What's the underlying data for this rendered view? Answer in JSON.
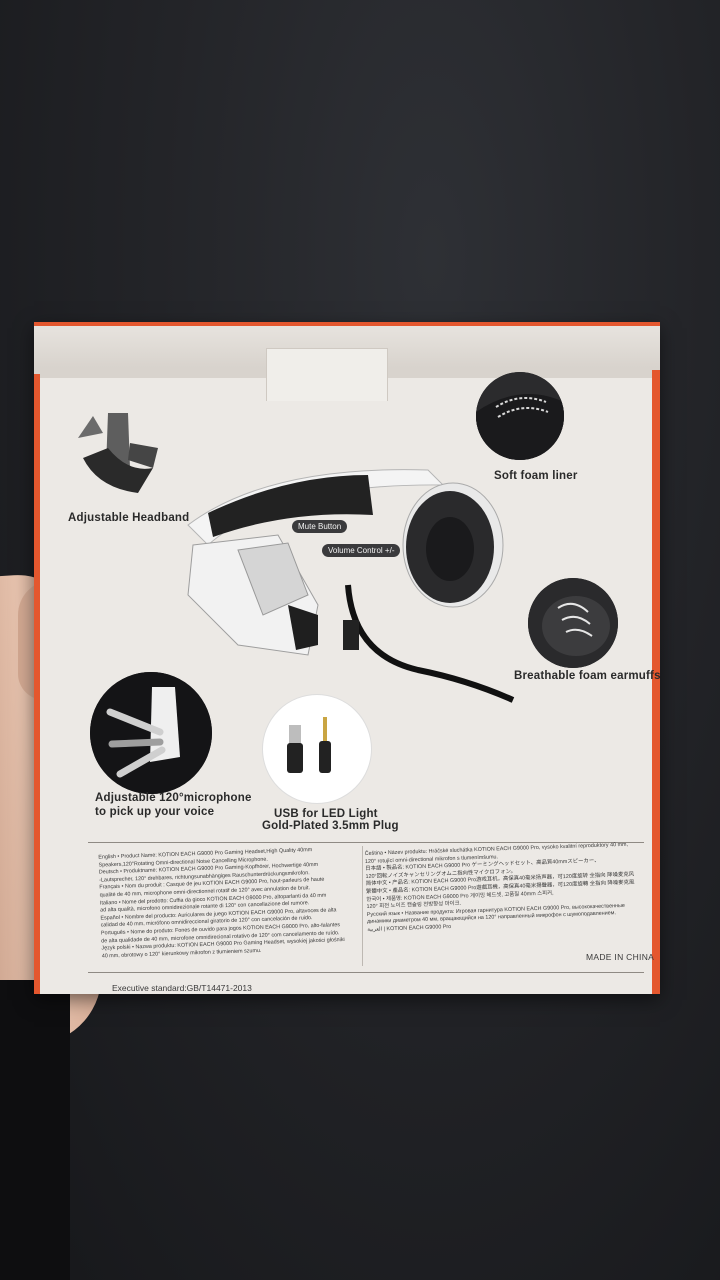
{
  "features": {
    "headband": "Adjustable Headband",
    "liner": "Soft foam liner",
    "mute": "Mute Button",
    "volume": "Volume Control +/-",
    "earmuffs": "Breathable foam earmuffs",
    "mic_line1": "Adjustable 120°microphone",
    "mic_line2": "to pick up your voice",
    "usb_line1": "USB for LED Light",
    "usb_line2": "Gold-Plated 3.5mm Plug"
  },
  "specs_left": [
    "English • Product Name: KOTION EACH G9000 Pro Gaming Headset,High Quality 40mm",
    "Speakers,120°Rotating Omni-directional Noise Cancelling Microphone.",
    "Deutsch • Produktname: KOTION EACH G9000 Pro Gaming-Kopfhörer, Hochwertige 40mm",
    "-Lautsprecher, 120° drehbares, richtungsunabhängiges Rauschunterdrückungsmikrofon.",
    "Français • Nom du produit : Casque de jeu KOTION EACH G9000 Pro, haut-parleurs de haute",
    "qualité de 40 mm, microphone omni-directionnel rotatif de 120° avec annulation de bruit.",
    "Italiano • Nome del prodotto: Cuffia da gioco KOTION EACH G9000 Pro, altoparlanti da 40 mm",
    "ad alta qualità, microfono omnidirezionale rotante di 120° con cancellazione del rumore.",
    "Español • Nombre del producto: Auriculares de juego KOTION EACH G9000 Pro, altavoces de alta",
    "calidad de 40 mm, micrófono omnidireccional giratorio de 120° con cancelación de ruido.",
    "Português • Nome do produto: Fones de ouvido para jogos KOTION EACH G9000 Pro, alto-falantes",
    "de alta qualidade de 40 mm, microfone omnidirecional rotativo de 120° com cancelamento de ruído.",
    "Język polski • Nazwa produktu: KOTION EACH G9000 Pro Gaming Headset, wysokiej jakości głośniki",
    "40 mm, obrotowy o 120° kierunkowy mikrofon z tłumieniem szumu."
  ],
  "specs_right": [
    "Čeština • Název produktu: Hráčské sluchátka KOTION EACH G9000 Pro, vysoko kvalitní reproduktory 40 mm,",
    "120° rotující omni-directional mikrofon s tlumenímšumu.",
    "日本語 • 製品名: KOTION EACH G9000 Pro ゲーミングヘッドセット、高品質40mmスピーカー、",
    "120°回転ノイズキャンセリングオムニ指向性マイクロフォン。",
    "简体中文 • 产品名: KOTION EACH G9000 Pro游戏耳机，高保真40毫米扬声器，可120度旋转 全指向 降噪麦克风",
    "繁體中文 • 產品名: KOTION EACH G9000 Pro遊戲耳機，高保真40毫米揚聲器，可120度旋轉 全指向 降噪麥克風",
    "한국어 • 제품명: KOTION EACH G9000 Pro 게이밍 헤드셋, 고품질 40mm 스피커,",
    "120° 회전 노이즈 캔슬링 전방향성 마이크.",
    "Русский язык • Название продукта: Игровая гарнитура KOTION EACH G9000 Pro, высококачественные",
    "динамики диаметром 40 мм, вращающийся на 120° направленный микрофон с шумоподавлением.",
    "العربية | KOTION EACH G9000 Pro"
  ],
  "made_in": "MADE IN CHINA",
  "standard": "Executive standard:GB/T14471-2013"
}
